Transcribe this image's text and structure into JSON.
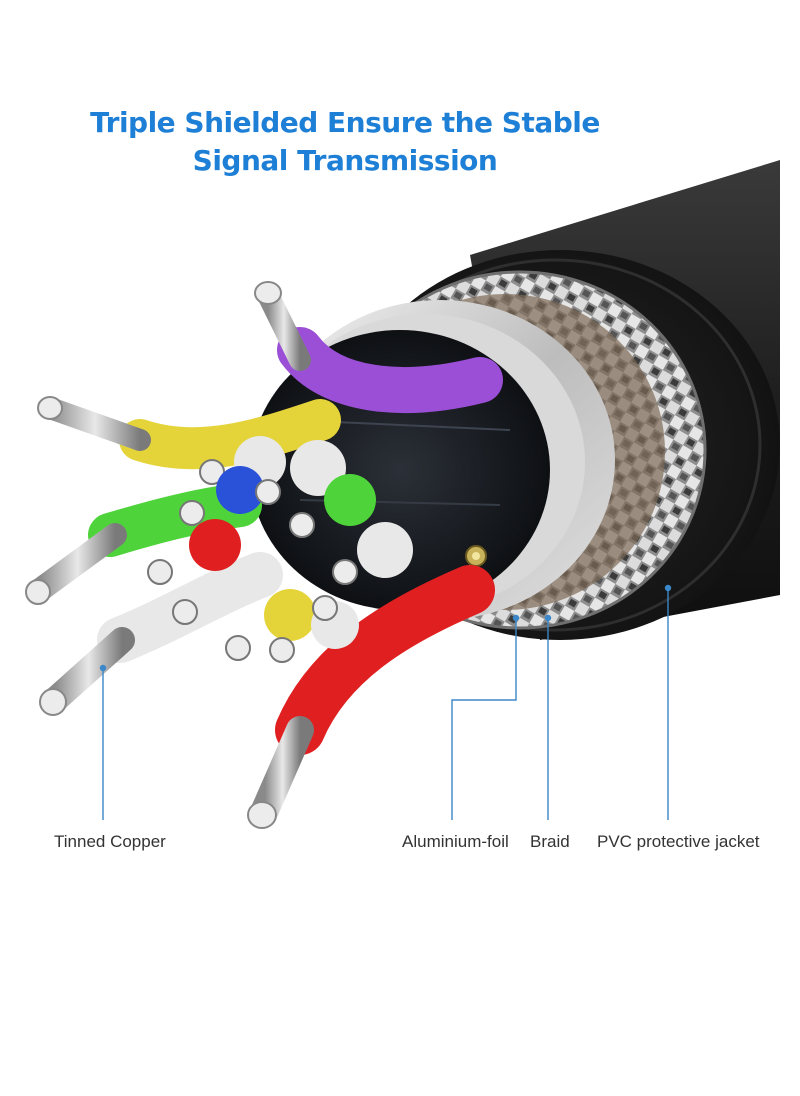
{
  "title": {
    "line1": "Triple Shielded Ensure the Stable",
    "line2": "Signal Transmission"
  },
  "labels": {
    "tinned_copper": "Tinned Copper",
    "aluminium_foil": "Aluminium-foil",
    "braid": "Braid",
    "pvc_jacket": "PVC protective jacket"
  },
  "colors": {
    "title": "#1e7fd6",
    "callout": "#3b87c8",
    "jacket": "#1c1c1c",
    "wire_purple": "#9a4fd6",
    "wire_yellow": "#e4d43a",
    "wire_green": "#4ed43a",
    "wire_white": "#e8e8e8",
    "wire_red": "#e02020",
    "wire_blue": "#2a52d8"
  }
}
